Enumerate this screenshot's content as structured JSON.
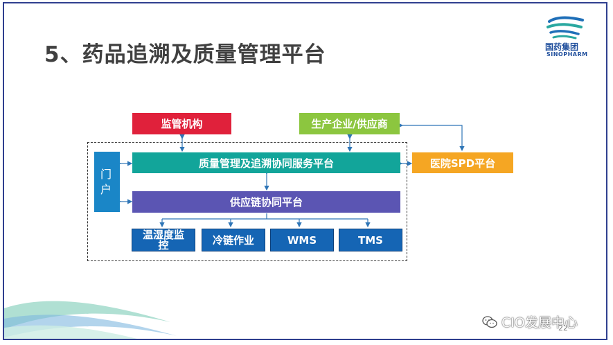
{
  "slide": {
    "title": "5、药品追溯及质量管理平台",
    "page_number": "22"
  },
  "logo": {
    "cn": "国药集团",
    "en": "SINOPHARM"
  },
  "diagram": {
    "regulator": "监管机构",
    "manufacturer": "生产企业/供应商",
    "quality_platform": "质量管理及追溯协同服务平台",
    "hospital_spd": "医院SPD平台",
    "portal": "门户",
    "supply_chain_platform": "供应链协同平台",
    "temp_humidity": "温湿度监控",
    "cold_chain": "冷链作业",
    "wms": "WMS",
    "tms": "TMS"
  },
  "watermark": {
    "text": "CIO发展中心"
  },
  "colors": {
    "red": "#e0213b",
    "green": "#8cc63f",
    "teal": "#12a59a",
    "orange": "#f5a623",
    "blue": "#1a86c7",
    "purple": "#5b55b3",
    "dark_blue": "#1565b4",
    "arrow": "#2e75b6"
  }
}
